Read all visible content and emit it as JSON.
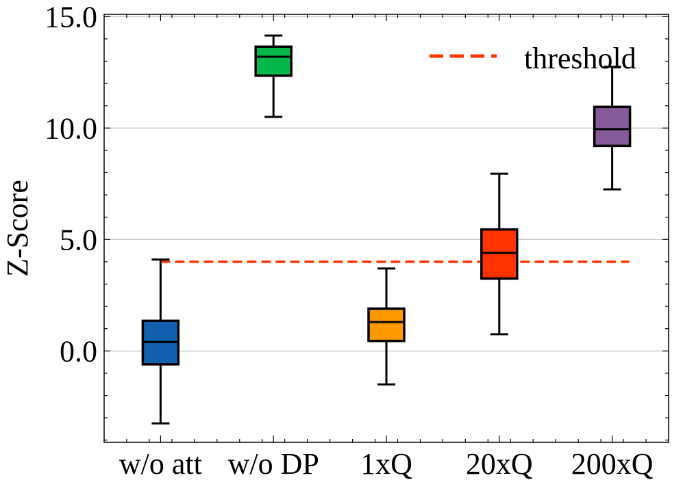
{
  "chart_data": {
    "type": "box",
    "title": "",
    "xlabel": "",
    "ylabel": "Z-Score",
    "ylim": [
      -4.1,
      15.1
    ],
    "yticks": [
      0.0,
      5.0,
      10.0,
      15.0
    ],
    "ytick_labels": [
      "0.0",
      "5.0",
      "10.0",
      "15.0"
    ],
    "grid": "horizontal",
    "legend_position": "top-right",
    "categories": [
      "w/o att",
      "w/o DP",
      "1xQ",
      "20xQ",
      "200xQ"
    ],
    "boxes": [
      {
        "category": "w/o att",
        "whisker_low": -3.25,
        "q1": -0.6,
        "median": 0.4,
        "q3": 1.35,
        "whisker_high": 4.1,
        "color": "#1161b0"
      },
      {
        "category": "w/o DP",
        "whisker_low": 10.5,
        "q1": 12.35,
        "median": 13.2,
        "q3": 13.65,
        "whisker_high": 14.15,
        "color": "#06b84a"
      },
      {
        "category": "1xQ",
        "whisker_low": -1.5,
        "q1": 0.45,
        "median": 1.3,
        "q3": 1.9,
        "whisker_high": 3.7,
        "color": "#ff9900"
      },
      {
        "category": "20xQ",
        "whisker_low": 0.75,
        "q1": 3.25,
        "median": 4.4,
        "q3": 5.45,
        "whisker_high": 7.95,
        "color": "#ff3300"
      },
      {
        "category": "200xQ",
        "whisker_low": 7.25,
        "q1": 9.2,
        "median": 9.95,
        "q3": 10.95,
        "whisker_high": 12.75,
        "color": "#845a99"
      }
    ],
    "threshold": {
      "value": 4.0,
      "label": "threshold",
      "color": "#ff3300",
      "style": "dashed"
    }
  }
}
